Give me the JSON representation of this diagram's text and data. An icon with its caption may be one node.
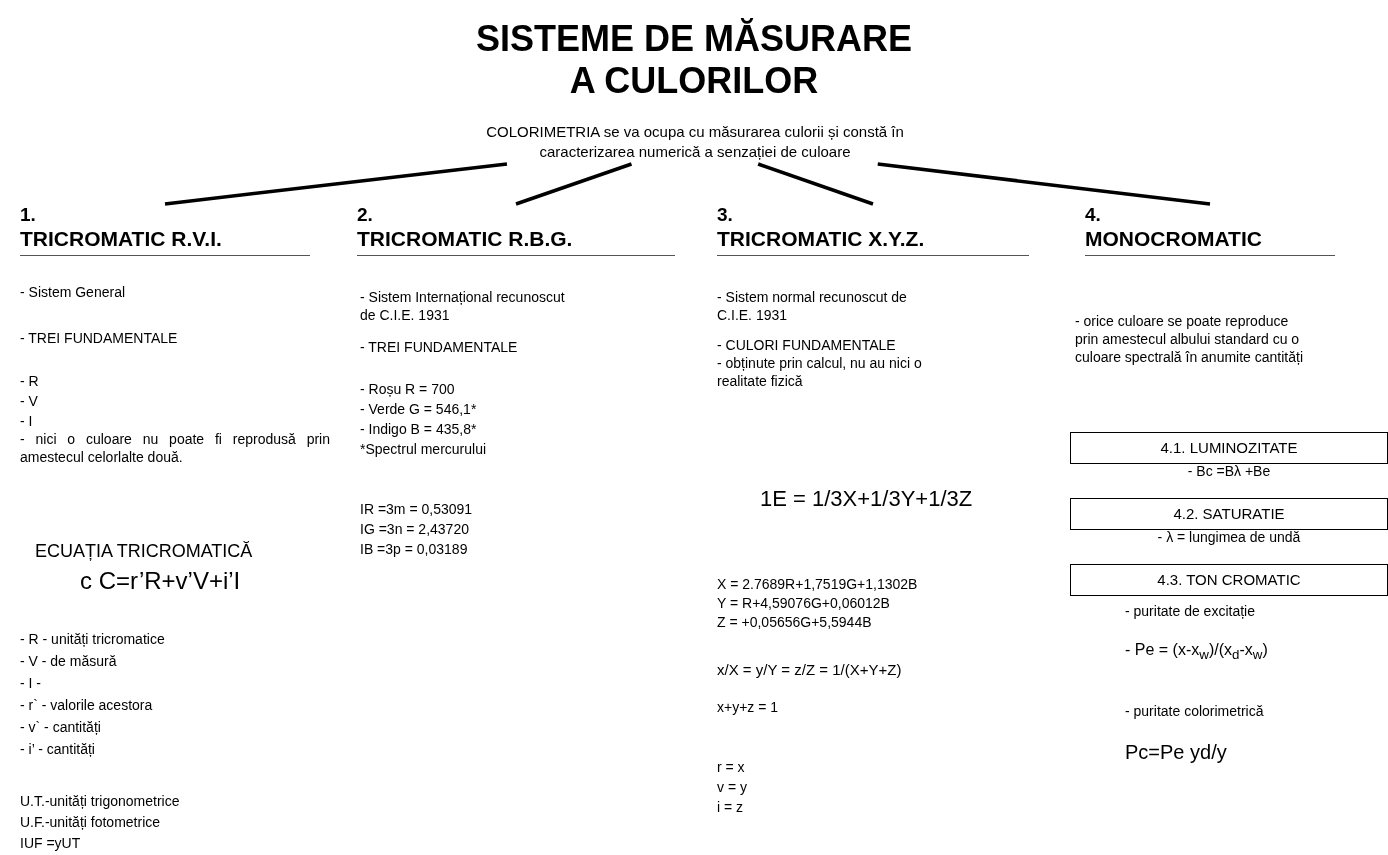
{
  "diagram": {
    "title": "SISTEME DE MĂSURARE A CULORILOR",
    "nodes": [
      {
        "text": [
          "COLORIMETRIA se va ocupa cu măsurarea culorii și constă în caracterizarea numerică a senzației de culoare"
        ]
      },
      {
        "text": [
          "1.",
          "TRICROMATIC R.V.I."
        ]
      },
      {
        "text": [
          "2.",
          "TRICROMATIC R.B.G."
        ]
      },
      {
        "text": [
          "3.",
          "TRICROMATIC X.Y.Z."
        ]
      },
      {
        "text": [
          "4.",
          "MONOCROMATIC"
        ]
      },
      {
        "text": [
          "4.1. LUMINOZITATE"
        ]
      },
      {
        "text": [
          "4.2. SATURATIE"
        ]
      },
      {
        "text": [
          "4.3. TON CROMATIC"
        ]
      }
    ],
    "edges": [
      {
        "from": 0,
        "to": 1,
        "arrow": "none"
      },
      {
        "from": 0,
        "to": 2,
        "arrow": "none"
      },
      {
        "from": 0,
        "to": 3,
        "arrow": "none"
      },
      {
        "from": 0,
        "to": 4,
        "arrow": "none"
      }
    ],
    "labels": [
      "- Sistem General",
      "- TREI FUNDAMENTALE",
      "- R",
      "- V",
      "- I",
      "- nici o culoare nu poate fi reprodusă prin amestecul celorlalte două.",
      "ECUAȚIA TRICROMATICĂ",
      "c C=r’R+v’V+i’I",
      "- R - unități tricromatice",
      "- V - de măsură",
      "- I -",
      "- r` - valorile acestora",
      "- v` - cantități",
      "- i’ - cantități",
      "U.T.-unități trigonometrice",
      "U.F.-unități fotometrice",
      "IUF =yUT",
      "- Sistem Internațional recunoscut de C.I.E. 1931",
      "- TREI FUNDAMENTALE",
      "- Roșu R = 700",
      "- Verde G = 546,1*",
      "- Indigo B = 435,8*",
      "*Spectrul mercurului",
      "IR =3m = 0,53091",
      "IG =3n = 2,43720",
      "IB =3p = 0,03189",
      "- Sistem normal recunoscut de C.I.E. 1931",
      "- CULORI FUNDAMENTALE",
      "- obținute prin calcul, nu au nici o realitate fizică",
      "1E = 1/3X+1/3Y+1/3Z",
      "X = 2.7689R+1,7519G+1,1302B",
      "Y = R+4,59076G+0,06012B",
      "Z = +0,05656G+5,5944B",
      "x/X = y/Y = z/Z = 1/(X+Y+Z)",
      "x+y+z = 1",
      "r = x",
      "v = y",
      "i = z",
      "- orice culoare se poate reproduce prin amestecul albului standard cu o culoare spectrală în anumite cantități",
      "- Bc =Bλ +Be",
      "- λ = lungimea de undă",
      "- puritate de excitație",
      "- Pe = (x-x$_{w}$)/(x$_{d}$-x$_{w}$)",
      "- puritate colorimetrică",
      "Pc=Pe yd/y"
    ]
  }
}
